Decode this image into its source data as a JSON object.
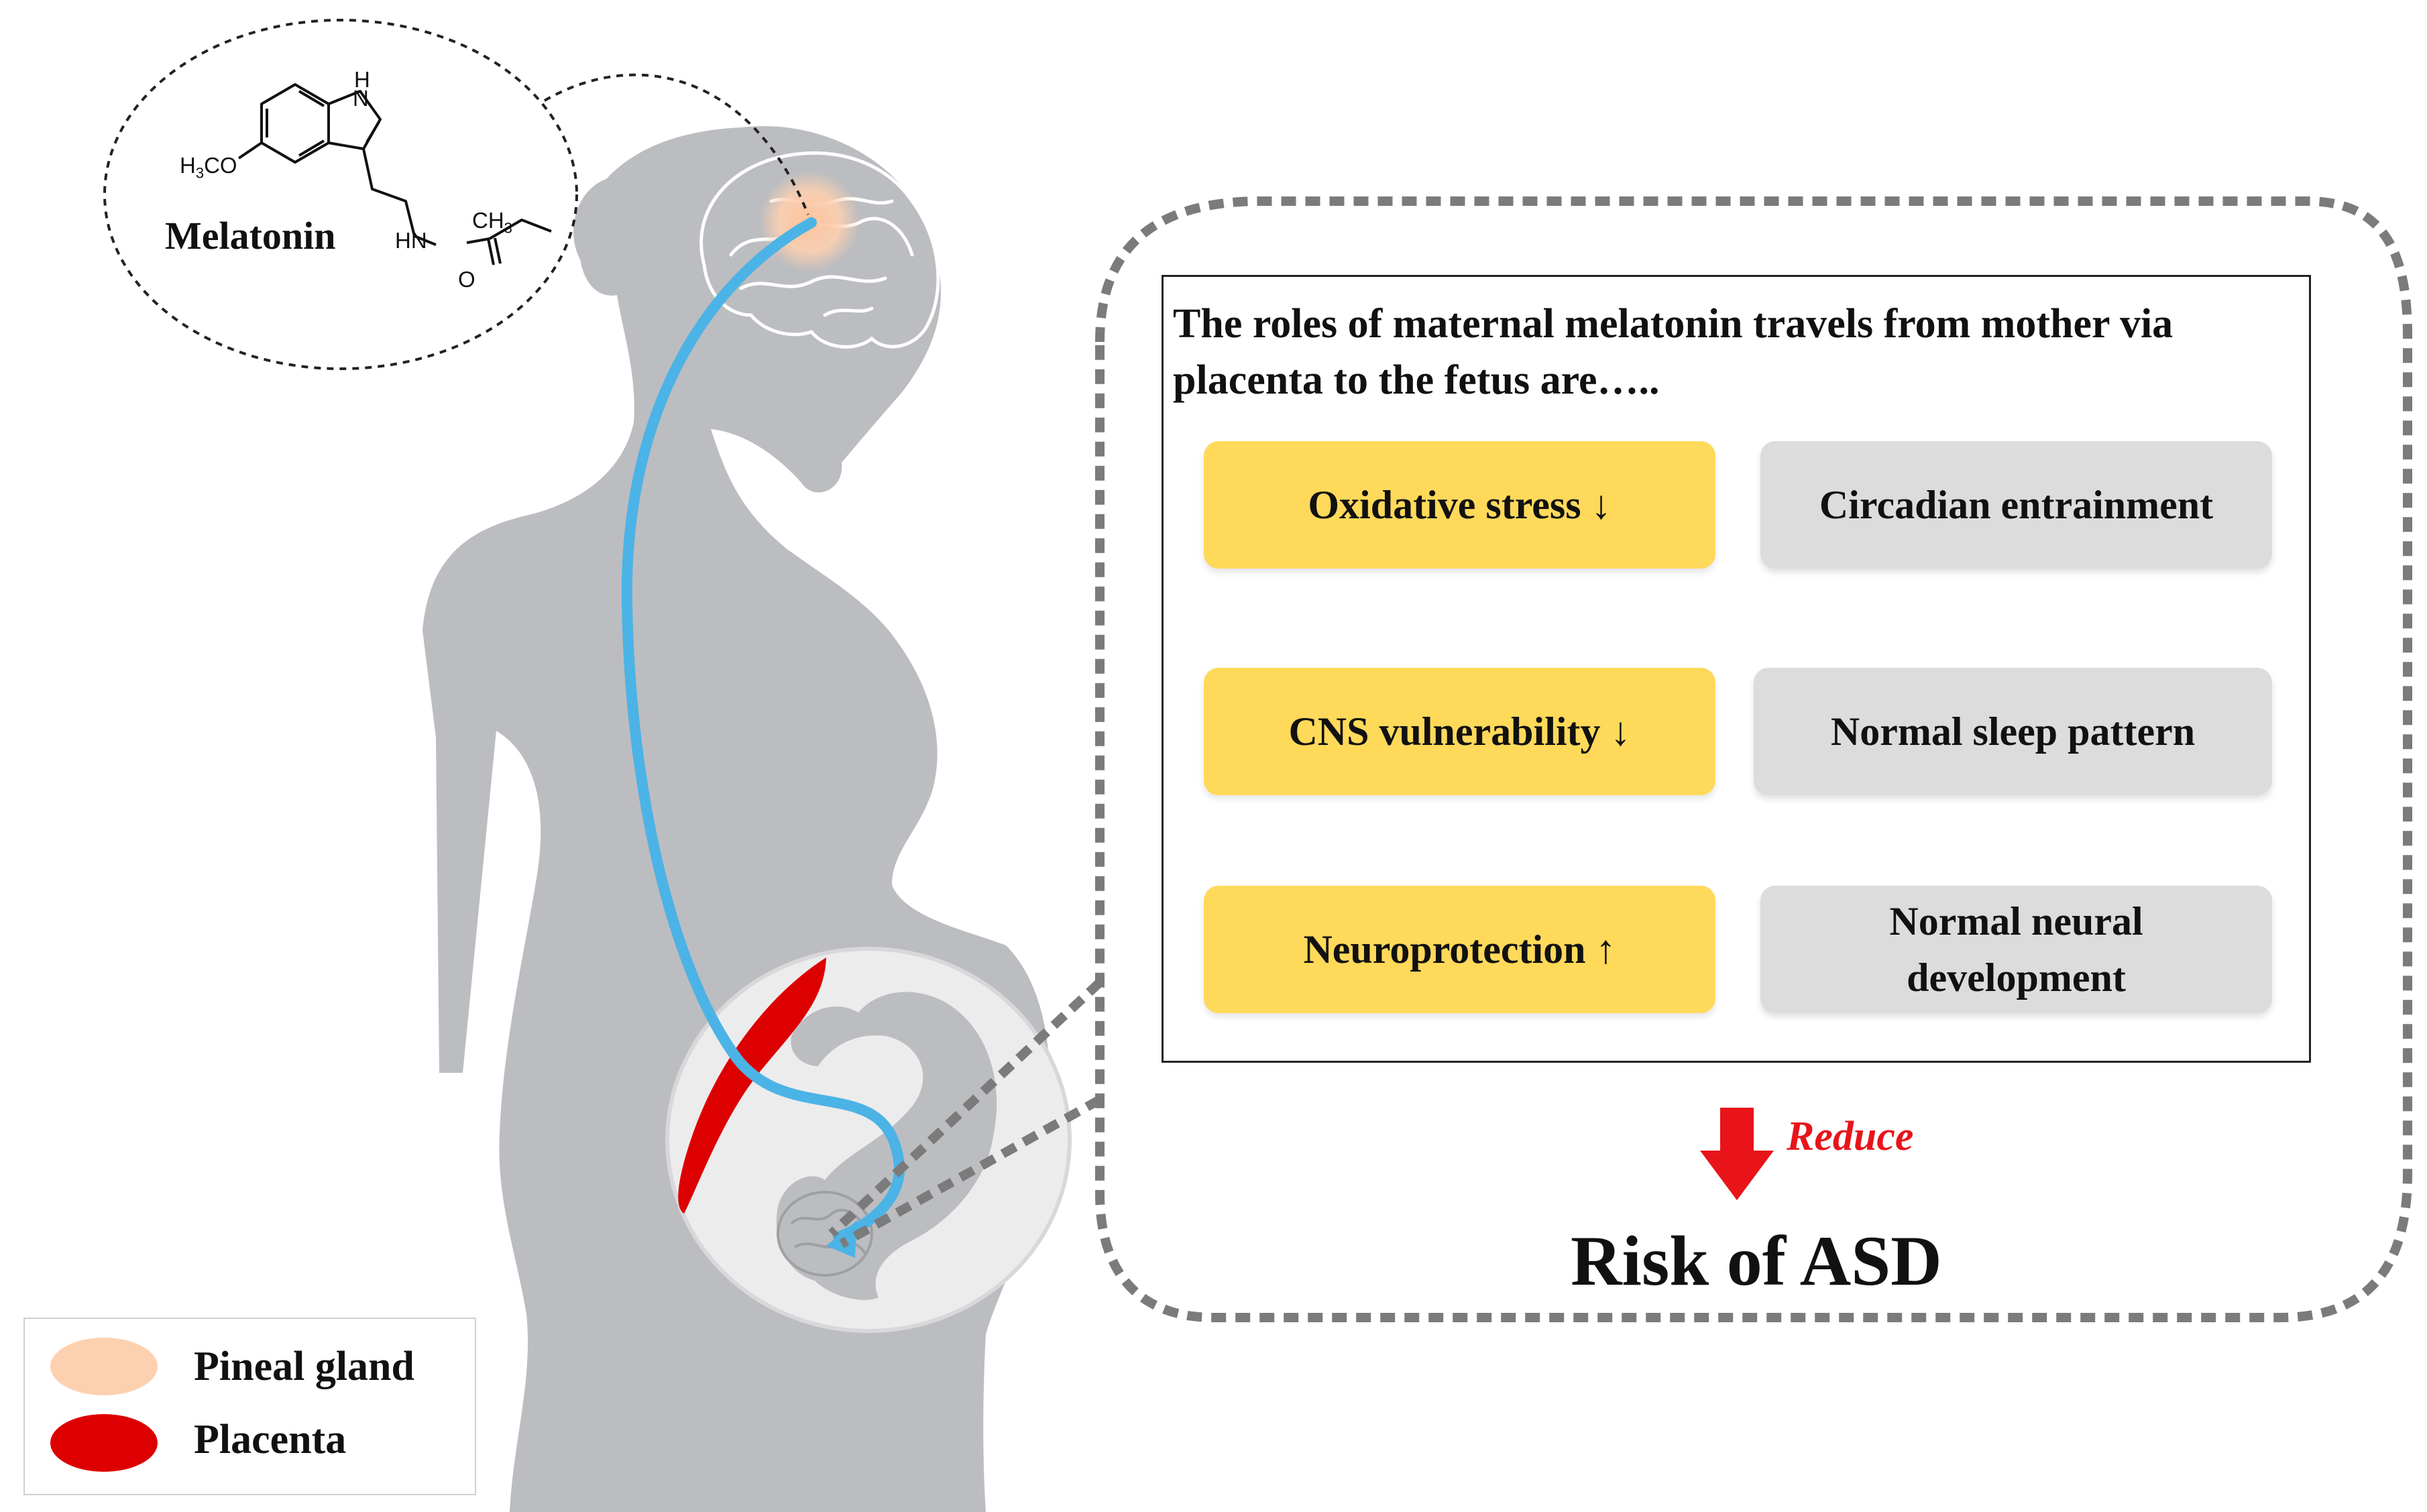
{
  "molecule": {
    "name": "Melatonin",
    "atoms": {
      "nh": "H",
      "nh_n": "N",
      "methoxy": "H3CO",
      "amide_nh": "HN",
      "methyl": "CH3",
      "oxygen": "O"
    }
  },
  "panel": {
    "heading": "The roles of maternal melatonin travels from mother via placenta to the fetus are…..",
    "left_column": [
      "Oxidative stress ↓",
      "CNS vulnerability ↓",
      "Neuroprotection ↑"
    ],
    "right_column": [
      "Circadian entrainment",
      "Normal sleep pattern",
      "Normal neural development"
    ]
  },
  "outcome": {
    "arrow_label": "Reduce",
    "result": "Risk of ASD"
  },
  "legend": [
    {
      "label": "Pineal gland",
      "color": "#fdd0b0"
    },
    {
      "label": "Placenta",
      "color": "#dd0000"
    }
  ],
  "colors": {
    "silhouette": "#bcbdc0",
    "pathway": "#4cb3e6",
    "effect_box": "#ffd95a",
    "mechanism_box": "#dcdcdc",
    "reduce_arrow": "#e8141a"
  }
}
